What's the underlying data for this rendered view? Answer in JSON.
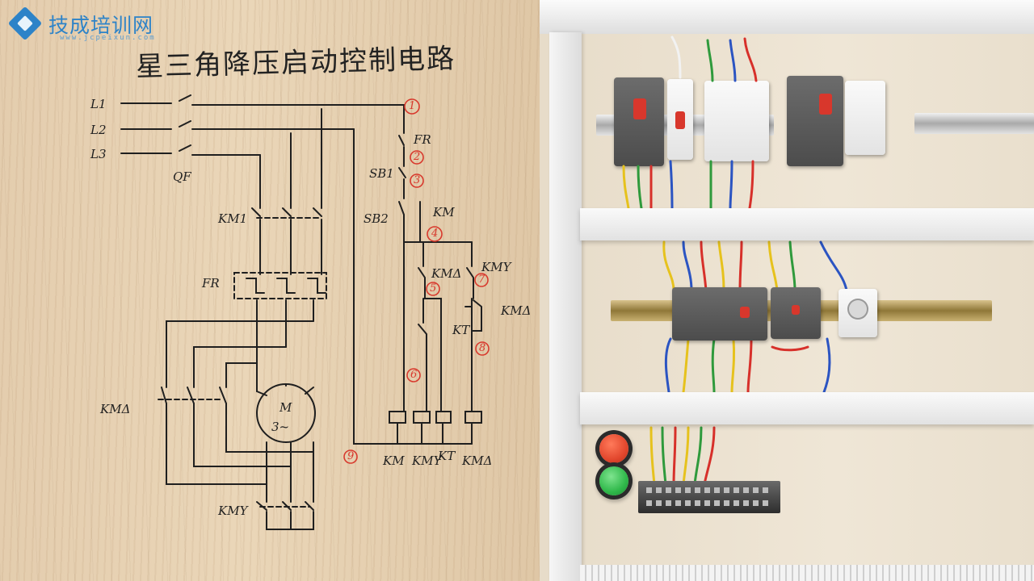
{
  "logo": {
    "brand": "技成培训网",
    "url": "www.jcpeixun.com"
  },
  "diagram": {
    "title": "星三角降压启动控制电路",
    "supply": [
      "L1",
      "L2",
      "L3"
    ],
    "labels": {
      "qf": "QF",
      "km1_main": "KM1",
      "fr_main": "FR",
      "km_delta_main": "KMΔ",
      "km_y_main": "KMY",
      "motor": "M",
      "motor_sub": "3~",
      "fr_ctrl": "FR",
      "sb1": "SB1",
      "sb2": "SB2",
      "km_ctrl": "KM",
      "km_delta_nc": "KMΔ",
      "km_y_nc": "KMY",
      "kt_nc": "KT",
      "km_delta_no": "KMΔ",
      "coil_km": "KM",
      "coil_kmy": "KMY",
      "coil_kt": "KT",
      "coil_kmd": "KMΔ"
    },
    "nodes": [
      "1",
      "2",
      "3",
      "4",
      "5",
      "6",
      "7",
      "8",
      "9"
    ]
  },
  "colors": {
    "logo_blue": "#2d83c8",
    "marker_red": "#d8392d",
    "ink": "#1f1f1f",
    "wire_yellow": "#e6c21d",
    "wire_green": "#2f9a3c",
    "wire_red": "#d7302a",
    "wire_blue": "#2b54c2",
    "button_red": "#e2472d",
    "button_green": "#2fb84a"
  }
}
